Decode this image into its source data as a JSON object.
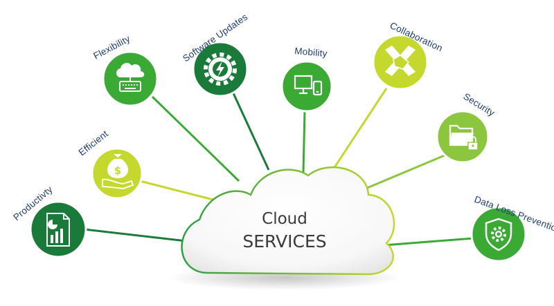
{
  "center": {
    "line1": "Cloud",
    "line2": "SERVICES"
  },
  "colors": {
    "dark_green": "#1a7a3a",
    "mid_green": "#3aaa35",
    "light_green": "#8cc63f",
    "lime": "#c4d82e",
    "label_navy": "#1d3c78"
  },
  "services": [
    {
      "label": "Productivty",
      "icon": "report-chart-icon"
    },
    {
      "label": "Efficient",
      "icon": "money-bag-hand-icon"
    },
    {
      "label": "Flexibility",
      "icon": "cloud-keyboard-icon"
    },
    {
      "label": "Software Updates",
      "icon": "gear-lightning-icon"
    },
    {
      "label": "Mobility",
      "icon": "monitor-phone-icon"
    },
    {
      "label": "Collaboration",
      "icon": "handshake-icon"
    },
    {
      "label": "Security",
      "icon": "folder-lock-icon"
    },
    {
      "label": "Data Loss Prevention",
      "icon": "shield-gear-icon"
    }
  ]
}
